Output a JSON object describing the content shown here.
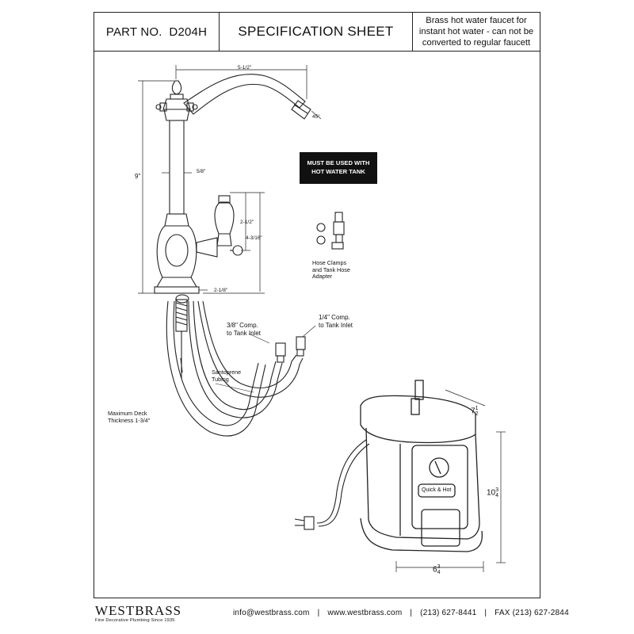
{
  "header": {
    "part_no_label": "PART NO.",
    "part_no": "D204H",
    "title": "SPECIFICATION SHEET",
    "note": "Brass hot water faucet for\ninstant hot water - can not be\nconverted to regular faucett"
  },
  "warning": {
    "line1": "MUST BE USED WITH",
    "line2": "HOT WATER TANK"
  },
  "dimensions": {
    "spout_reach": "5-1/2\"",
    "spout_angle": "45°",
    "height": "9\"",
    "stem_dia": "5/8\"",
    "handle_height": "2-1/2\"",
    "handle_total": "4-3/16\"",
    "base_dia": "2-1/8\"",
    "tank_depth_whole": "7",
    "tank_depth_frac_num": "1",
    "tank_depth_frac_den": "2",
    "tank_height_whole": "10",
    "tank_height_frac_num": "3",
    "tank_height_frac_den": "4",
    "tank_width_whole": "6",
    "tank_width_frac_num": "3",
    "tank_width_frac_den": "4"
  },
  "labels": {
    "hose_clamps": "Hose Clamps\nand Tank Hose\nAdapter",
    "comp_38": "3/8\" Comp.\nto Tank Inlet",
    "comp_14": "1/4\" Comp.\nto Tank Inlet",
    "tubing": "Santoprene\nTubing",
    "deck": "Maximum Deck\nThickness 1-3/4\"",
    "tank_dial": "Quick & Hot"
  },
  "footer": {
    "brand": "WESTBRASS",
    "tagline": "Fine Decorative Plumbing Since 1935",
    "email": "info@westbrass.com",
    "website": "www.westbrass.com",
    "phone": "(213) 627-8441",
    "fax": "FAX (213) 627-2844",
    "separator": "|"
  },
  "colors": {
    "line": "#222222",
    "warning_bg": "#111111",
    "warning_text": "#ffffff"
  }
}
